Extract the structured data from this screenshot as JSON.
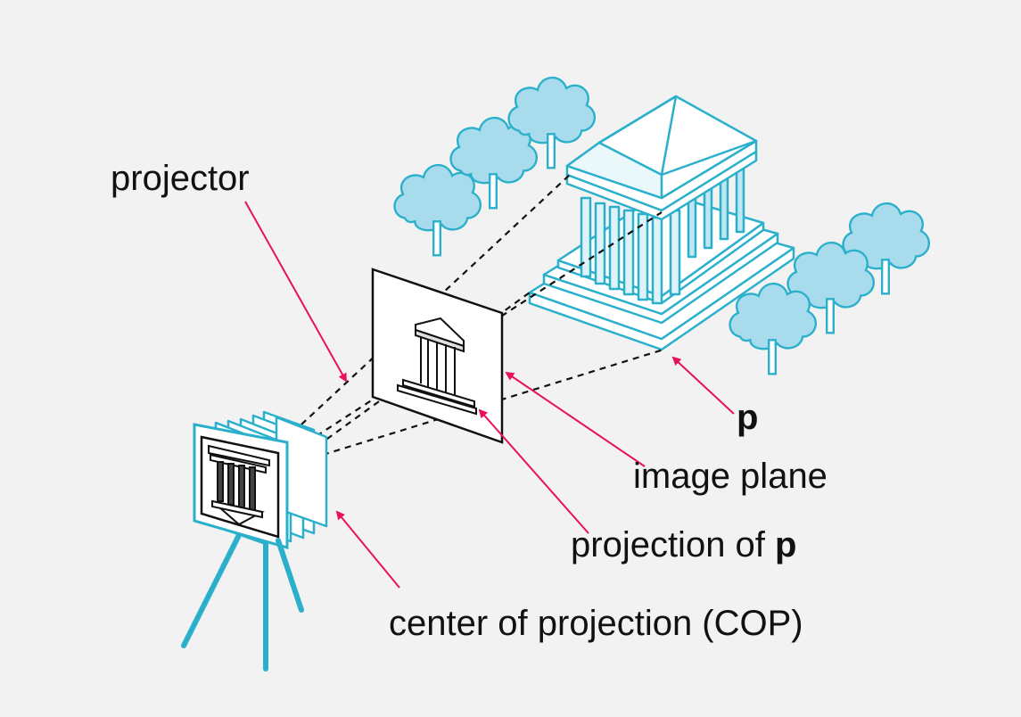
{
  "labels": {
    "projector": "projector",
    "p": "p",
    "image_plane": "image plane",
    "projection_of": "projection of ",
    "projection_p": "p",
    "cop": "center of projection (COP)"
  },
  "colors": {
    "background": "#f2f2f2",
    "line_art": "#2bb0cc",
    "tree_fill": "#a8dcec",
    "pointer_arrows": "#e8115b",
    "ink": "#111111"
  },
  "icons": [
    "camera-icon",
    "tripod-icon",
    "temple-icon",
    "tree-icon",
    "image-plane-icon"
  ]
}
